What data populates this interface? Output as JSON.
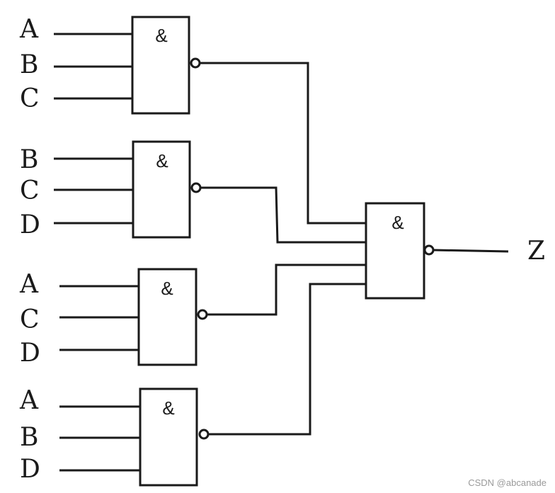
{
  "gates": [
    {
      "id": "g1",
      "symbol": "&",
      "inputs": [
        "A",
        "B",
        "C"
      ]
    },
    {
      "id": "g2",
      "symbol": "&",
      "inputs": [
        "B",
        "C",
        "D"
      ]
    },
    {
      "id": "g3",
      "symbol": "&",
      "inputs": [
        "A",
        "C",
        "D"
      ]
    },
    {
      "id": "g4",
      "symbol": "&",
      "inputs": [
        "A",
        "B",
        "D"
      ]
    }
  ],
  "output_gate": {
    "symbol": "&",
    "output": "Z"
  },
  "watermark": "CSDN @abcanade",
  "colors": {
    "line": "#1a1a1a",
    "background": "#ffffff",
    "watermark": "#9a9a9a"
  }
}
